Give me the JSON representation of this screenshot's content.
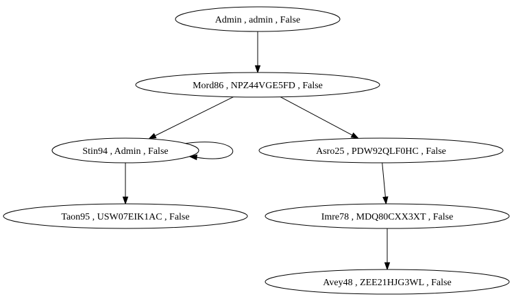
{
  "nodes": [
    {
      "id": "admin",
      "label": "Admin , admin , False"
    },
    {
      "id": "mord86",
      "label": "Mord86 , NPZ44VGE5FD , False"
    },
    {
      "id": "stin94",
      "label": "Stin94 , Admin , False"
    },
    {
      "id": "asro25",
      "label": "Asro25 , PDW92QLF0HC , False"
    },
    {
      "id": "taon95",
      "label": "Taon95 , USW07EIK1AC , False"
    },
    {
      "id": "imre78",
      "label": "Imre78 , MDQ80CXX3XT , False"
    },
    {
      "id": "avey48",
      "label": "Avey48 , ZEE21HJG3WL , False"
    }
  ],
  "edges": [
    {
      "from": "admin",
      "to": "mord86"
    },
    {
      "from": "mord86",
      "to": "stin94"
    },
    {
      "from": "mord86",
      "to": "asro25"
    },
    {
      "from": "stin94",
      "to": "stin94"
    },
    {
      "from": "stin94",
      "to": "taon95"
    },
    {
      "from": "asro25",
      "to": "imre78"
    },
    {
      "from": "imre78",
      "to": "avey48"
    }
  ]
}
